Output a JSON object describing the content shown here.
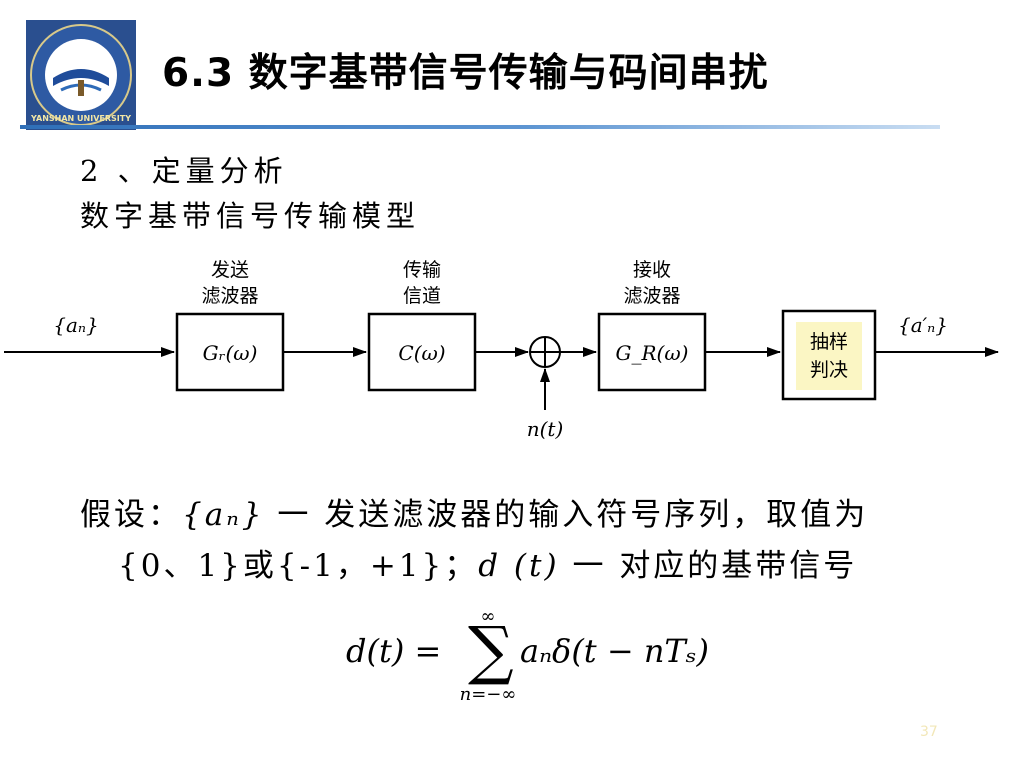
{
  "title": "6.3 数字基带信号传输与码间串扰",
  "logo": {
    "icon": "university-seal",
    "text": "YANSHAN UNIVERSITY"
  },
  "section": "2 、定量分析",
  "subtitle": "数字基带信号传输模型",
  "diagram": {
    "input": "{aₙ}",
    "output": "{a′ₙ}",
    "noise": "n(t)",
    "blocks": [
      {
        "top": "发送",
        "bottom": "滤波器",
        "func": "Gᵣ(ω)"
      },
      {
        "top": "传输",
        "bottom": "信道",
        "func": "C(ω)"
      },
      {
        "top": "接收",
        "bottom": "滤波器",
        "func": "G_R(ω)"
      },
      {
        "line1": "抽样",
        "line2": "判决"
      }
    ]
  },
  "assumption": {
    "prefix": "假设：",
    "an": "{aₙ}",
    "dash1": " 一 ",
    "desc1": "发送滤波器的输入符号序列，取值为",
    "values": "{0、1}或{-1，+1}；",
    "dt": "d (t)",
    "dash2": " 一 ",
    "desc2": "对应的基带信号"
  },
  "formula": {
    "lhs": "d(t) =",
    "upper": "∞",
    "lower": "n=−∞",
    "term": "aₙδ(t − nTₛ)"
  },
  "page_number": "37"
}
